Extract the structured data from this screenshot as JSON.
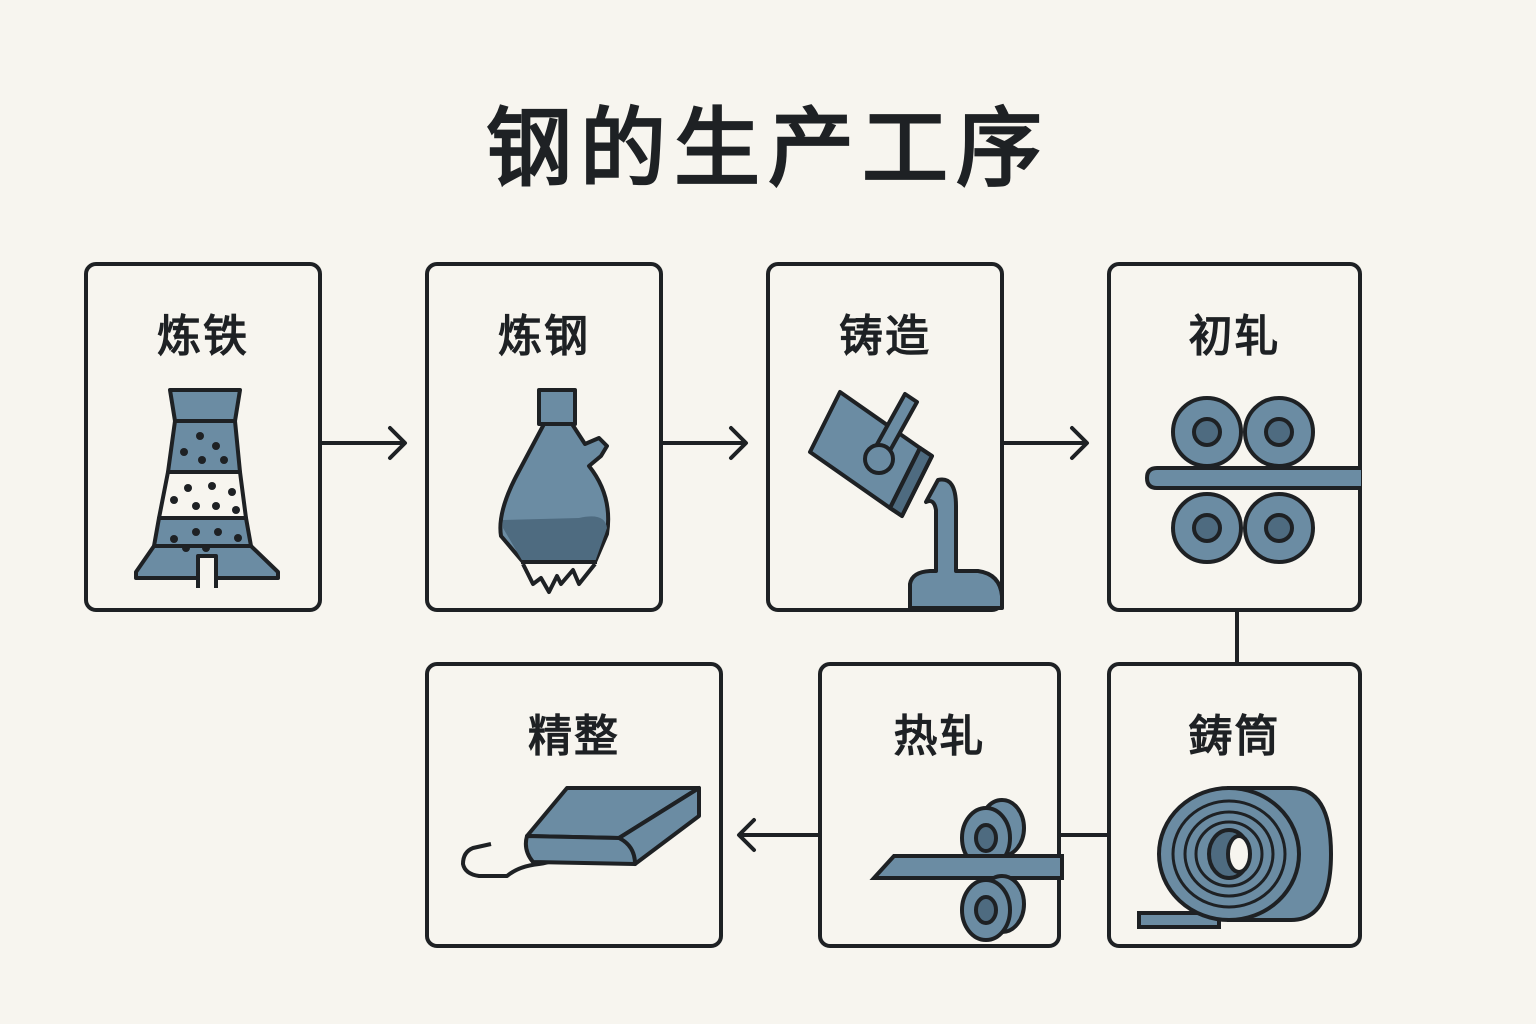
{
  "title": "钢的生产工序",
  "colors": {
    "background": "#f7f5ef",
    "stroke": "#1e2124",
    "fill": "#6b8ca3",
    "fill_dark": "#4e6b80"
  },
  "steps": [
    {
      "label": "炼铁",
      "icon": "blast-furnace-icon"
    },
    {
      "label": "炼钢",
      "icon": "converter-icon"
    },
    {
      "label": "铸造",
      "icon": "ladle-pouring-icon"
    },
    {
      "label": "初轧",
      "icon": "rolling-mill-icon"
    },
    {
      "label": "鋳筒",
      "icon": "steel-coil-icon"
    },
    {
      "label": "热轧",
      "icon": "hot-rolling-icon"
    },
    {
      "label": "精整",
      "icon": "finished-slab-icon"
    }
  ],
  "flow": [
    "炼铁",
    "炼钢",
    "铸造",
    "初轧",
    "鋳筒",
    "热轧",
    "精整"
  ]
}
